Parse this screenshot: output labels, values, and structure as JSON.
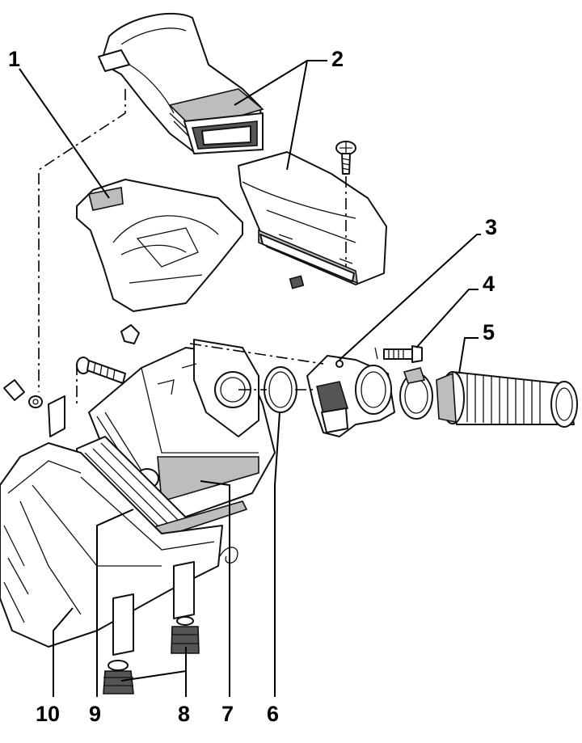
{
  "callouts": [
    {
      "id": "1",
      "label": "1"
    },
    {
      "id": "2",
      "label": "2"
    },
    {
      "id": "3",
      "label": "3"
    },
    {
      "id": "4",
      "label": "4"
    },
    {
      "id": "5",
      "label": "5"
    },
    {
      "id": "6",
      "label": "6"
    },
    {
      "id": "7",
      "label": "7"
    },
    {
      "id": "8",
      "label": "8"
    },
    {
      "id": "9",
      "label": "9"
    },
    {
      "id": "10",
      "label": "10"
    }
  ],
  "colors": {
    "line": "#111111",
    "shade": "#bdbdbd",
    "background": "#ffffff"
  }
}
